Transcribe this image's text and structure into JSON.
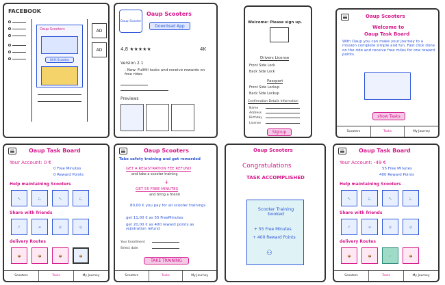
{
  "frame1": {
    "title": "FACEBOOK",
    "ad_label_1": "AD",
    "ad_label_2": "AD",
    "post_title": "Oaup Scooters",
    "post_button": "Ohfh Scoottos"
  },
  "frame2": {
    "app_title": "Oaup Scooters",
    "download": "Download App",
    "logo": "Oaup Scooter",
    "rating": "4,8 ★★★★★",
    "reviews": "4K",
    "version": "Version 2.1",
    "note": "- New: Fullfill tasks and receive rewards on free rides",
    "previews": "Previews"
  },
  "frame3": {
    "welcome": "Welcome: Please sign up.",
    "drivers_license": "Drivers License",
    "front": "Front Side Lock",
    "back": "Back Side Lock",
    "passport": "Passport",
    "front2": "Front Side Lockup",
    "back2": "Back Side Lockup",
    "info": "Confirmation Details Information",
    "fields": [
      "Name",
      "Address",
      "Birthday",
      "License"
    ],
    "signup": "Signup"
  },
  "frame4": {
    "app_title": "Oaup Scooters",
    "welcome": "Welcome to",
    "board": "Oaup Task Board",
    "desc": "With Oaup you can make your journey to a mission complete simple and fun. Fast click done on the ride and receive free miles for one reward points.",
    "button": "show Tasks",
    "tabs": [
      "Scooters",
      "Tasks",
      "My Journey"
    ]
  },
  "frame5": {
    "title": "Oaup Task Board",
    "account": "Your Account: 0 €",
    "free_rides": "0 Free Minutes",
    "reward": "0 Reward Points",
    "help": "Help maintaining Scooters",
    "share": "Share with friends",
    "delivery": "delivery Routes",
    "tabs": [
      "Scooters",
      "Tasks",
      "My Journey"
    ]
  },
  "frame6": {
    "title": "Oaup Scooters",
    "subtitle": "Take safety training and get rewarded",
    "fee": "GET A REGISTRATION FEE REFUND",
    "fee_sub": "and take a scooter training",
    "plus": "+",
    "free": "GET 55 FREE MINUTES",
    "free_sub": "and bring a friend",
    "price": "80,00 € you pay for all scooter trainings",
    "detail1": "get 11,00 € as 55 FreeMinutes",
    "detail2": "get 20,00 € as 400 reward points as rejistration refund",
    "field1": "Your Enrollment",
    "field2": "Select date",
    "button": "TAKE TRAINING",
    "tabs": [
      "Scooters",
      "Tasks",
      "My Journey"
    ]
  },
  "frame7": {
    "title": "Oaup Scooters",
    "congrats": "Congratulations",
    "done": "TASK ACCOMPLISHED",
    "card1": "Scooter Training booked",
    "card2": "+ 55 Free Minutes",
    "card3": "+ 400 Reward Points"
  },
  "frame8": {
    "title": "Oaup Task Board",
    "account": "Your Account: -49 €",
    "free_rides": "55 Free Minutes",
    "reward": "400 Reward Points",
    "help": "Help maintaining Scooters",
    "share": "Share with friends",
    "delivery": "delivery Routes",
    "tabs": [
      "Scooters",
      "Tasks",
      "My Journey"
    ]
  }
}
